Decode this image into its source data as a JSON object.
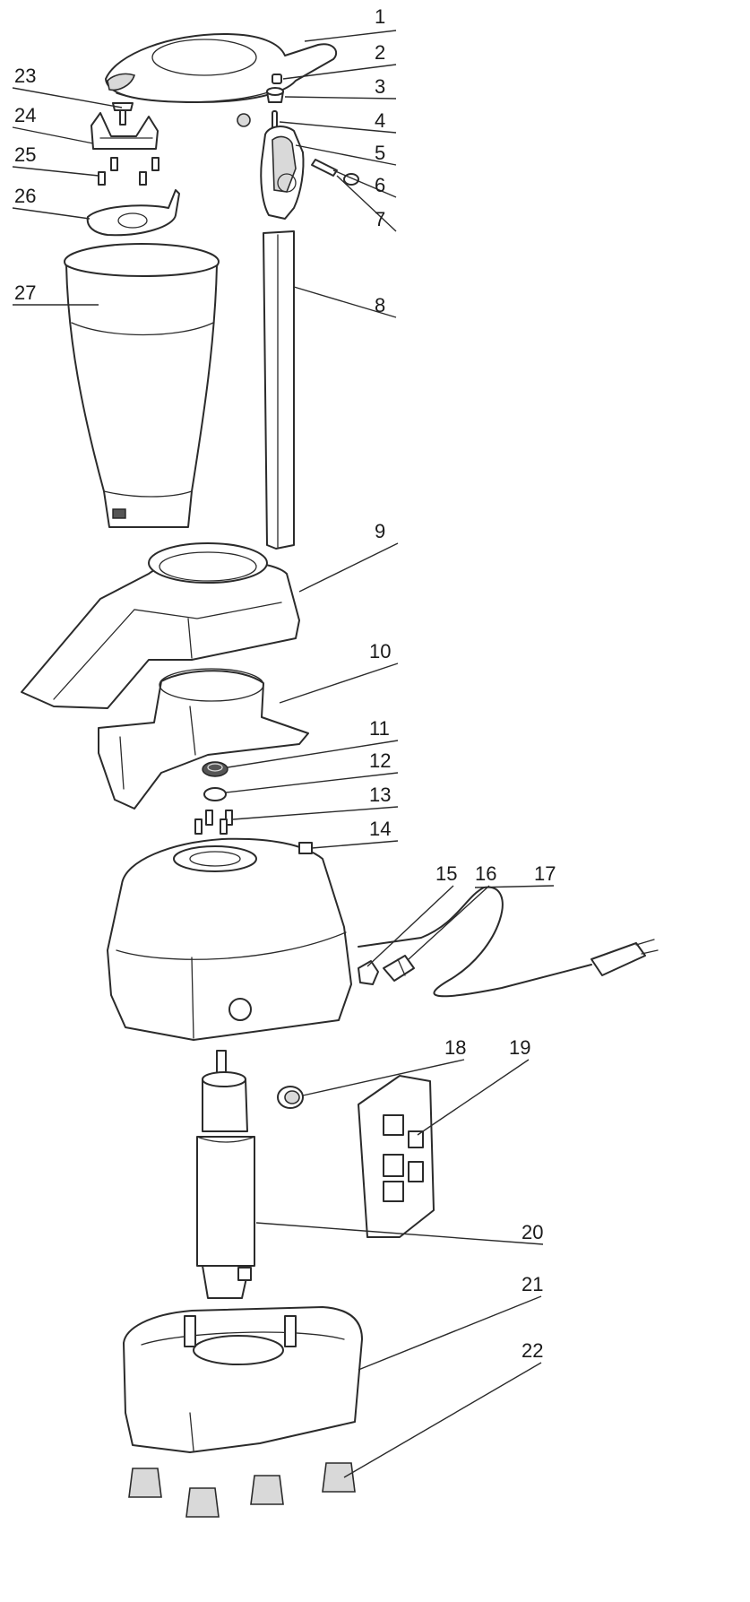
{
  "diagram": {
    "callouts": [
      {
        "id": "1",
        "label": "1"
      },
      {
        "id": "2",
        "label": "2"
      },
      {
        "id": "3",
        "label": "3"
      },
      {
        "id": "4",
        "label": "4"
      },
      {
        "id": "5",
        "label": "5"
      },
      {
        "id": "6",
        "label": "6"
      },
      {
        "id": "7",
        "label": "7"
      },
      {
        "id": "8",
        "label": "8"
      },
      {
        "id": "9",
        "label": "9"
      },
      {
        "id": "10",
        "label": "10"
      },
      {
        "id": "11",
        "label": "11"
      },
      {
        "id": "12",
        "label": "12"
      },
      {
        "id": "13",
        "label": "13"
      },
      {
        "id": "14",
        "label": "14"
      },
      {
        "id": "15",
        "label": "15"
      },
      {
        "id": "16",
        "label": "16"
      },
      {
        "id": "17",
        "label": "17"
      },
      {
        "id": "18",
        "label": "18"
      },
      {
        "id": "19",
        "label": "19"
      },
      {
        "id": "20",
        "label": "20"
      },
      {
        "id": "21",
        "label": "21"
      },
      {
        "id": "22",
        "label": "22"
      },
      {
        "id": "23",
        "label": "23"
      },
      {
        "id": "24",
        "label": "24"
      },
      {
        "id": "25",
        "label": "25"
      },
      {
        "id": "26",
        "label": "26"
      },
      {
        "id": "27",
        "label": "27"
      }
    ],
    "colors": {
      "line": "#2b2b2b",
      "background": "#ffffff"
    }
  }
}
